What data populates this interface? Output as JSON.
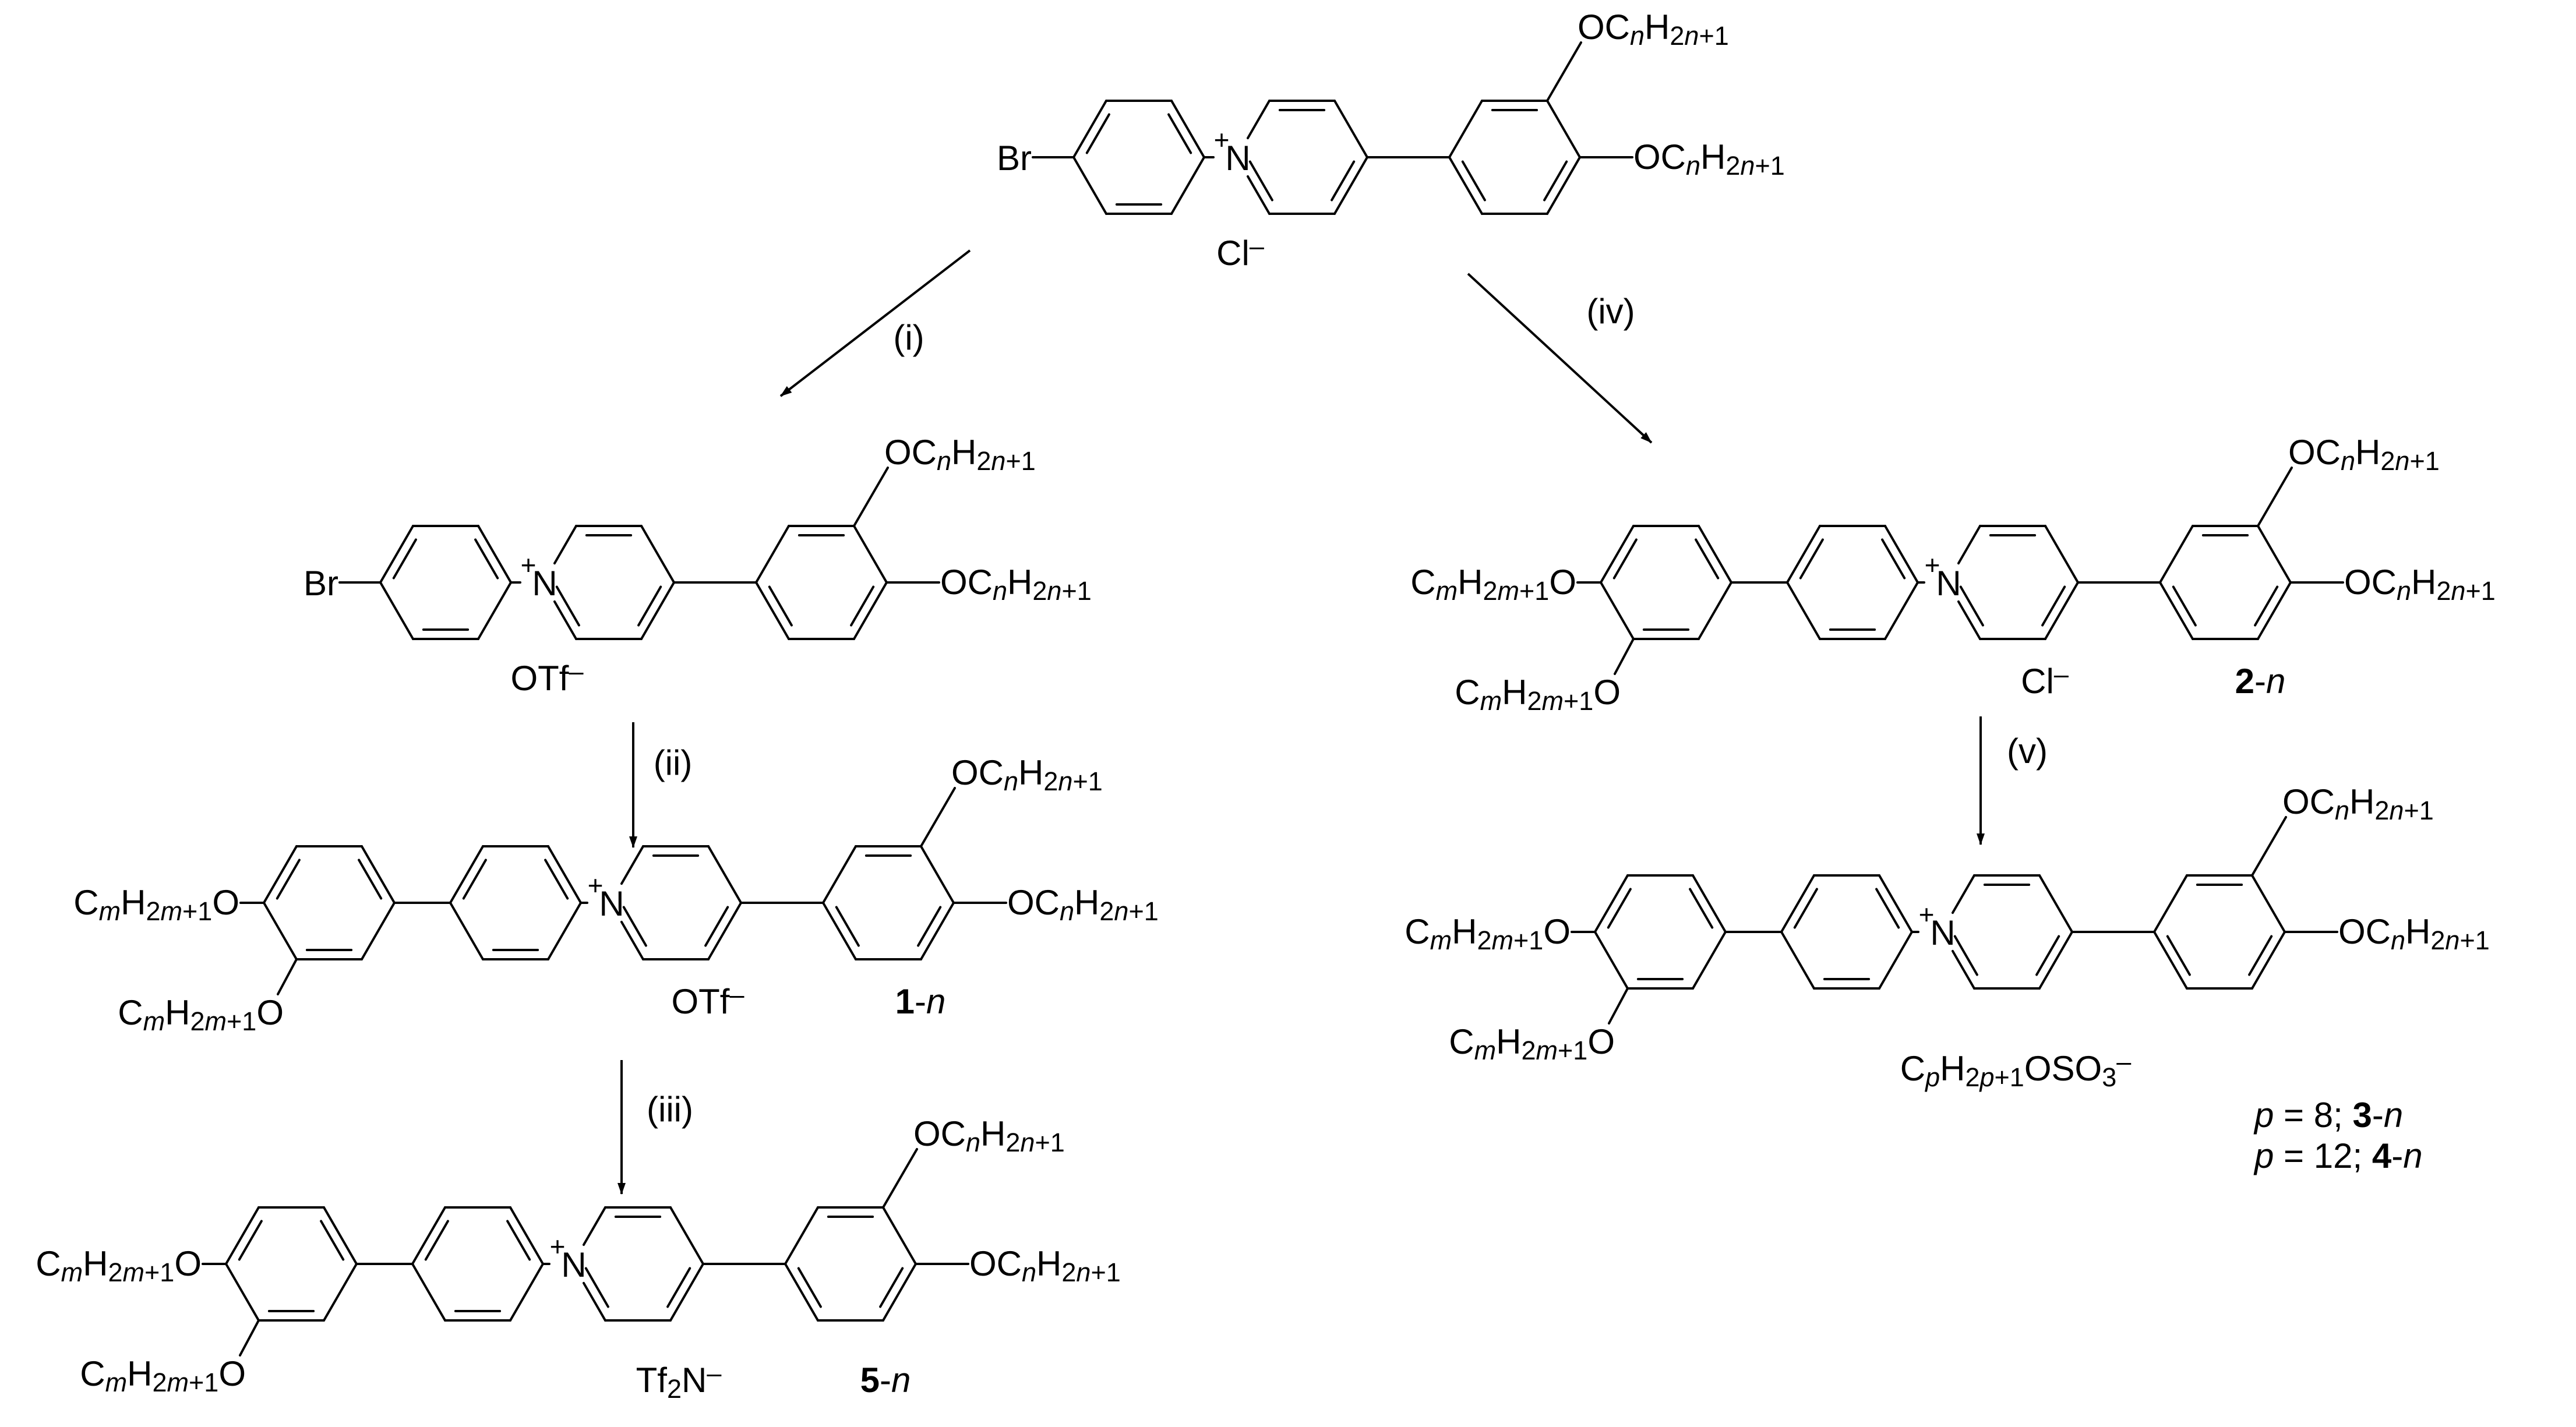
{
  "symbols": {
    "br": "Br",
    "n_plus": "N",
    "plus": "+",
    "o": "O",
    "minus": "–",
    "c": "C",
    "h": "H",
    "n": "n",
    "m": "m",
    "p": "p",
    "two": "2",
    "plus_one": "+1"
  },
  "anions": {
    "chloride": "Cl",
    "triflate": "OTf",
    "bistriflimide_a": "Tf",
    "bistriflimide_b": "N",
    "sulfate_a": "C",
    "sulfate_b": "H",
    "sulfate_c": "OSO",
    "sulfate_d": "3"
  },
  "steps": {
    "i": "(i)",
    "ii": "(ii)",
    "iii": "(iii)",
    "iv": "(iv)",
    "v": "(v)"
  },
  "compounds": {
    "c1_num": "1",
    "c2_num": "2",
    "c3_num": "3",
    "c4_num": "4",
    "c5_num": "5",
    "suffix": "-n"
  },
  "legend": {
    "p8": "= 8;",
    "p12": "= 12;"
  }
}
